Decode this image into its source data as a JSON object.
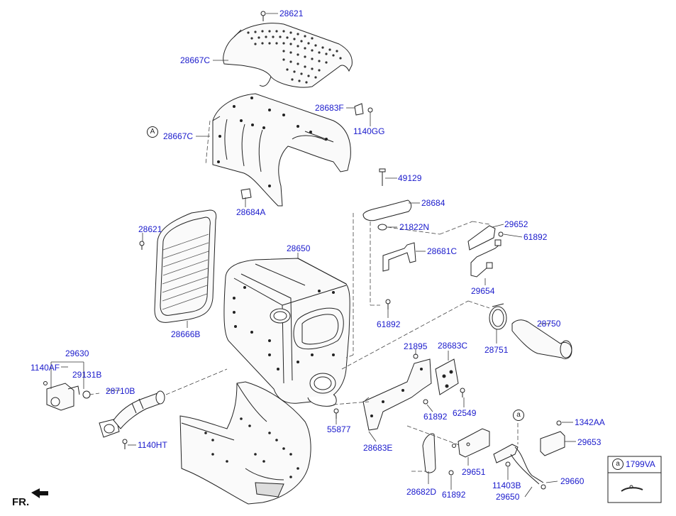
{
  "labels": {
    "p28621_top": "28621",
    "p28667C_top": "28667C",
    "p28683F": "28683F",
    "p1140GG": "1140GG",
    "p28667C_mid": "28667C",
    "p28684A": "28684A",
    "p49129": "49129",
    "p28684": "28684",
    "p21822N": "21822N",
    "p29652": "29652",
    "p61892_a": "61892",
    "p28681C": "28681C",
    "p29654": "29654",
    "p28621_left": "28621",
    "p28650": "28650",
    "p61892_b": "61892",
    "p28751": "28751",
    "p28750": "28750",
    "p28666B": "28666B",
    "p29630": "29630",
    "p1140AF": "1140AF",
    "p29131B": "29131B",
    "p28710B": "28710B",
    "p1140HT": "1140HT",
    "p21895": "21895",
    "p28683C": "28683C",
    "p61892_c": "61892",
    "p62549": "62549",
    "p55877": "55877",
    "p28683E": "28683E",
    "p1342AA": "1342AA",
    "p29653": "29653",
    "p29651": "29651",
    "p28682D": "28682D",
    "p61892_d": "61892",
    "p11403B": "11403B",
    "p29650": "29650",
    "p29660": "29660"
  },
  "callout_marker_A": "A",
  "callout_marker_a": "a",
  "callout_marker_a_box": "a",
  "legend_box_part": "1799VA",
  "direction_label": "FR.",
  "colors": {
    "label_blue": "#1a1acc",
    "line": "#222222",
    "dash": "#444444"
  }
}
